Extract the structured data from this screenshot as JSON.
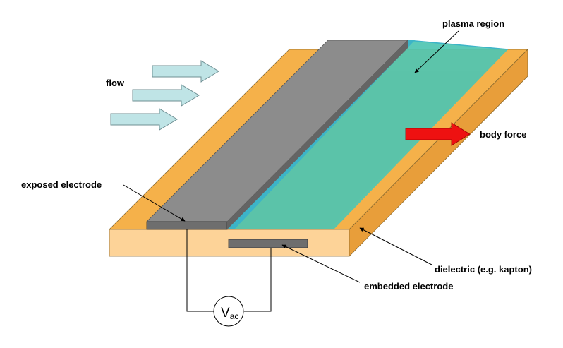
{
  "labels": {
    "plasma_region": "plasma region",
    "flow": "flow",
    "body_force": "body force",
    "exposed_electrode": "exposed electrode",
    "dielectric": "dielectric (e.g. kapton)",
    "embedded_electrode": "embedded electrode",
    "voltage_symbol": "V",
    "voltage_subscript": "ac"
  },
  "colors": {
    "dielectric_top": "#f5b14a",
    "dielectric_front": "#fdd398",
    "dielectric_side": "#e89e3a",
    "electrode_top": "#8c8c8c",
    "electrode_edge": "#646464",
    "plasma": "#4ec5b2",
    "plasma_edge": "#3cb4c8",
    "flow_arrow": "#bfe4e6",
    "body_force_arrow": "#ee1111"
  },
  "icons": {
    "flow_arrows": "arrow-right",
    "body_force": "arrow-right",
    "voltage_source": "circle"
  }
}
